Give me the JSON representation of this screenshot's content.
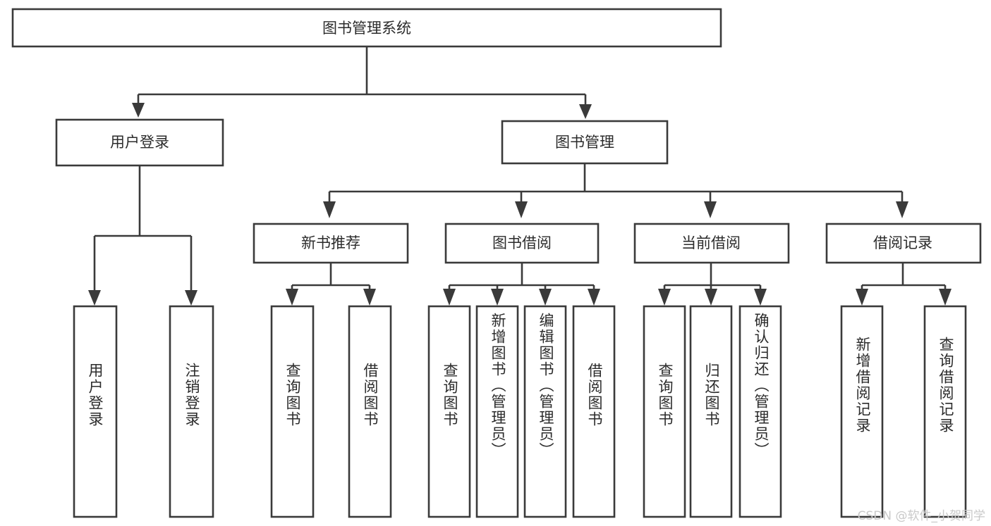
{
  "diagram": {
    "title": "图书管理系统",
    "type": "hierarchy-tree",
    "watermark": "CSDN @软件_小贺同学",
    "colors": {
      "background": "#ffffff",
      "box_fill": "#ffffff",
      "box_stroke": "#3a3a3a",
      "text": "#2b2b2b",
      "watermark": "#c9c9c9"
    },
    "root": {
      "label": "图书管理系统"
    },
    "level1": [
      {
        "label": "用户登录"
      },
      {
        "label": "图书管理"
      }
    ],
    "level2": [
      {
        "label": "新书推荐"
      },
      {
        "label": "图书借阅"
      },
      {
        "label": "当前借阅"
      },
      {
        "label": "借阅记录"
      }
    ],
    "leaves": {
      "user_login": [
        {
          "label": "用户登录"
        },
        {
          "label": "注销登录"
        }
      ],
      "new_book_recommend": [
        {
          "label": "查询图书"
        },
        {
          "label": "借阅图书"
        }
      ],
      "book_borrow": [
        {
          "label": "查询图书"
        },
        {
          "label": "新增图书（管理员）"
        },
        {
          "label": "编辑图书（管理员）"
        },
        {
          "label": "借阅图书"
        }
      ],
      "current_borrow": [
        {
          "label": "查询图书"
        },
        {
          "label": "归还图书"
        },
        {
          "label": "确认归还（管理员）"
        }
      ],
      "borrow_record": [
        {
          "label": "新增借阅记录"
        },
        {
          "label": "查询借阅记录"
        }
      ]
    }
  }
}
